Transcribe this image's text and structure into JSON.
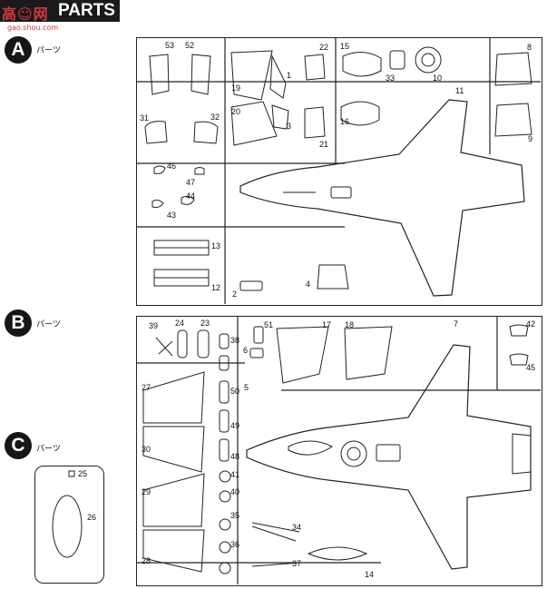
{
  "header": {
    "brand": "高☺网",
    "title": "PARTS",
    "watermark": "gao.shou.com"
  },
  "sections": [
    {
      "letter": "A",
      "label": "パーツ"
    },
    {
      "letter": "B",
      "label": "パーツ"
    },
    {
      "letter": "C",
      "label": "パーツ"
    }
  ],
  "part_numbers": {
    "A": [
      "53",
      "52",
      "22",
      "15",
      "8",
      "1",
      "19",
      "20",
      "3",
      "33",
      "10",
      "11",
      "16",
      "21",
      "31",
      "32",
      "9",
      "46",
      "47",
      "44",
      "43",
      "13",
      "2",
      "4",
      "12"
    ],
    "B": [
      "39",
      "24",
      "23",
      "51",
      "17",
      "18",
      "7",
      "42",
      "38",
      "6",
      "45",
      "27",
      "5",
      "50",
      "49",
      "48",
      "30",
      "41",
      "40",
      "29",
      "35",
      "34",
      "36",
      "37",
      "28",
      "14"
    ],
    "C": [
      "25",
      "26"
    ]
  },
  "colors": {
    "header_bg": "#1a1a1a",
    "brand": "#d23a3a",
    "line": "#222222"
  }
}
